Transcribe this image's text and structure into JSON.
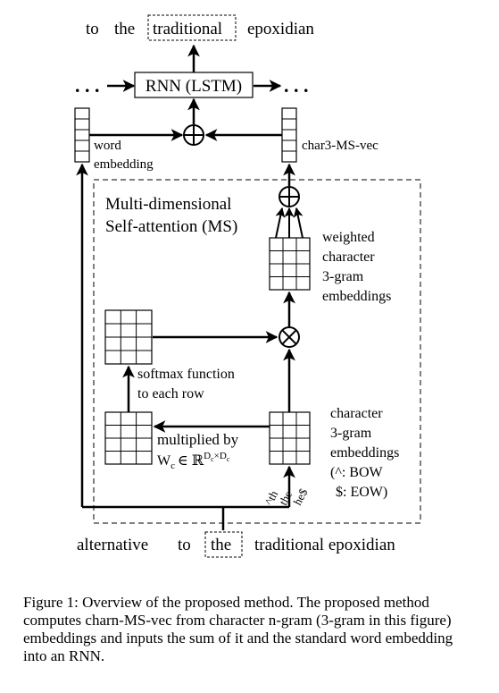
{
  "top_sentence": {
    "word1": "to",
    "word2": "the",
    "highlighted": "traditional",
    "word4": "epoxidian"
  },
  "rnn": {
    "ellipsis_left": ". . .",
    "label": "RNN (LSTM)",
    "ellipsis_right": ". . ."
  },
  "word_embedding": {
    "line1": "word",
    "line2": "embedding"
  },
  "char3_ms_vec": "char3-MS-vec",
  "ms_block": {
    "title_line1": "Multi-dimensional",
    "title_line2": "Self-attention (MS)"
  },
  "weighted": {
    "line1": "weighted",
    "line2": "character",
    "line3": "3-gram",
    "line4": "embeddings"
  },
  "softmax": {
    "line1": "softmax function",
    "line2": "to each row"
  },
  "multiplied": {
    "line1": "multiplied by",
    "formula_base": "W",
    "formula_sub": "c",
    "formula_in": "∈ ℝ",
    "formula_sup": "D",
    "formula_sup_sub": "c",
    "formula_times": "×D",
    "formula_times_sub": "c"
  },
  "char_embeddings": {
    "line1": "character",
    "line2": "3-gram",
    "line3": "embeddings",
    "line4": "(^: BOW",
    "line5": "$: EOW)"
  },
  "ngrams": [
    "^th",
    "the",
    "he$"
  ],
  "bottom_sentence": {
    "word1": "alternative",
    "word2": "to",
    "highlighted": "the",
    "word4": "traditional epoxidian"
  },
  "symbols": {
    "oplus": "⊕",
    "otimes": "⊗"
  },
  "caption": "Figure 1: Overview of the proposed method. The proposed method computes charn-MS-vec from character n-gram (3-gram in this figure) embeddings and inputs the sum of it and the standard word embedding into an RNN."
}
